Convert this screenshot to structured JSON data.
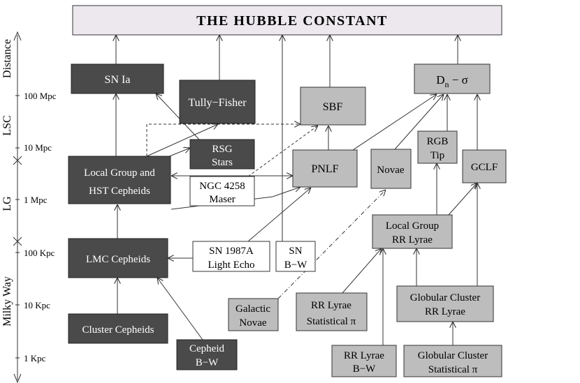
{
  "title": "THE HUBBLE CONSTANT",
  "scale": {
    "distance_label": "Distance",
    "regions": [
      "LSC",
      "LG",
      "Milky Way"
    ],
    "ticks": [
      "100 Mpc",
      "10 Mpc",
      "1 Mpc",
      "100 Kpc",
      "10 Kpc",
      "1 Kpc"
    ]
  },
  "nodes": {
    "sn_ia": [
      "SN Ia"
    ],
    "tully_fisher": [
      "Tully−Fisher"
    ],
    "sbf": [
      "SBF"
    ],
    "dn_sigma": {
      "main": "D",
      "sub": "n",
      "rest": " − σ"
    },
    "rsg_stars": [
      "RSG",
      "Stars"
    ],
    "local_group_hst": [
      "Local Group and",
      "HST Cepheids"
    ],
    "ngc4258": [
      "NGC 4258",
      "Maser"
    ],
    "pnlf": [
      "PNLF"
    ],
    "novae": [
      "Novae"
    ],
    "rgb_tip": [
      "RGB",
      "Tip"
    ],
    "gclf": [
      "GCLF"
    ],
    "local_group_rr": [
      "Local Group",
      "RR Lyrae"
    ],
    "lmc_cepheids": [
      "LMC Cepheids"
    ],
    "sn1987a": [
      "SN 1987A",
      "Light Echo"
    ],
    "sn_bw": [
      "SN",
      "B−W"
    ],
    "galactic_novae": [
      "Galactic",
      "Novae"
    ],
    "rr_stat": [
      "RR Lyrae",
      "Statistical π"
    ],
    "glob_rr": [
      "Globular Cluster",
      "RR Lyrae"
    ],
    "cluster_cepheids": [
      "Cluster Cepheids"
    ],
    "cepheid_bw": [
      "Cepheid",
      "B−W"
    ],
    "rr_bw": [
      "RR Lyrae",
      "B−W"
    ],
    "glob_stat": [
      "Globular Cluster",
      "Statistical π"
    ]
  },
  "colors": {
    "dark_fill": "#4a4a4a",
    "light_fill": "#bdbdbd",
    "white_fill": "#ffffff",
    "title_fill": "#ece8ee",
    "line": "#333333"
  }
}
